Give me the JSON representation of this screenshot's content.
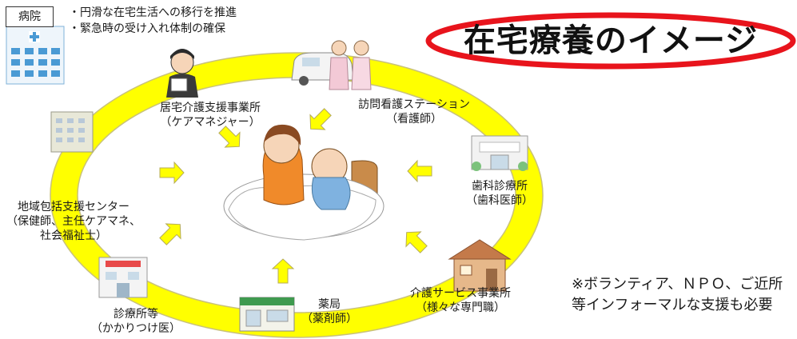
{
  "title": "在宅療養のイメージ",
  "hospital": {
    "label": "病院",
    "notes": [
      "・円滑な在宅生活への移行を推進",
      "・緊急時の受け入れ体制の確保"
    ]
  },
  "nodes": {
    "care_manager": {
      "line1": "居宅介護支援事業所",
      "line2": "（ケアマネジャー）"
    },
    "visiting_nurse": {
      "line1": "訪問看護ステーション",
      "line2": "（看護師）"
    },
    "dental": {
      "line1": "歯科診療所",
      "line2": "（歯科医師）"
    },
    "care_service": {
      "line1": "介護サービス事業所",
      "line2": "（様々な専門職）"
    },
    "pharmacy": {
      "line1": "薬局",
      "line2": "（薬剤師）"
    },
    "clinic": {
      "line1": "診療所等",
      "line2": "（かかりつけ医）"
    },
    "community_center": {
      "line1": "地域包括支援センター",
      "line2": "（保健師、主任ケアマネ、",
      "line3": "社会福祉士）"
    }
  },
  "note": [
    "※ボランティア、ＮＰＯ、ご近所",
    "等インフォーマルな支援も必要"
  ],
  "colors": {
    "ring": "#ffff00",
    "ring_edge": "#c9c27a",
    "arrow": "#ffff00",
    "title_oval": "#e8141c"
  },
  "icons": [
    "hospital-icon",
    "care-manager-icon",
    "car-icon",
    "nurse-icon",
    "dental-clinic-icon",
    "care-service-house-icon",
    "pharmacy-icon",
    "clinic-icon",
    "community-center-icon",
    "patient-and-caregiver-icon"
  ]
}
